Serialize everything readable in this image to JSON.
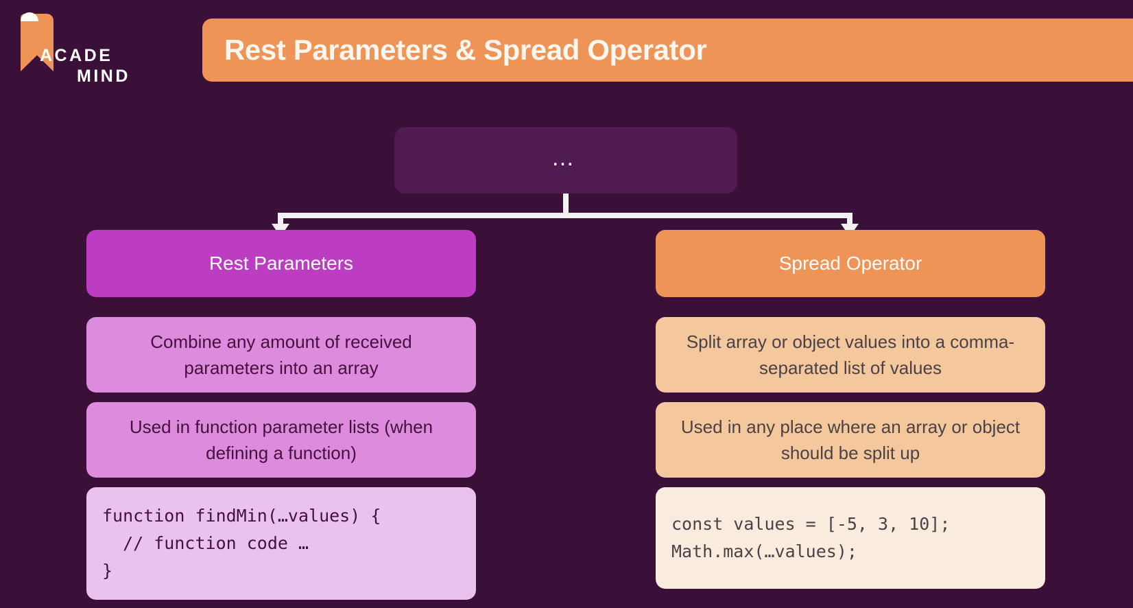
{
  "slide": {
    "background_color": "#3a1039",
    "title": "Rest Parameters & Spread Operator",
    "title_bar_color": "#ee9457"
  },
  "logo": {
    "name": "academind-logo",
    "line1": "ACADE",
    "line2": "MIND",
    "ribbon_color": "#ee9457",
    "text_color": "#ffffff"
  },
  "diagram": {
    "root": {
      "label": "…",
      "aria_label": "ellipsis three dots",
      "background_color": "#501b51",
      "text_color": "#ffffff"
    },
    "connector_color": "#f4f1f2",
    "branches": [
      {
        "id": "rest-parameters",
        "header": "Rest Parameters",
        "header_color": "#bc3cc2",
        "header_text_color": "#ffffff",
        "fact_color": "#dd8bdc",
        "fact_text_color": "#45103f",
        "facts": [
          "Combine any amount of received parameters into an array",
          "Used in function parameter lists (when defining a function)"
        ],
        "code_color": "#e9c3ee",
        "code_text_color": "#45103f",
        "code": "function findMin(…values) {\n  // function code …\n}"
      },
      {
        "id": "spread-operator",
        "header": "Spread Operator",
        "header_color": "#ee9457",
        "header_text_color": "#ffffff",
        "fact_color": "#f4c79d",
        "fact_text_color": "#4a4247",
        "facts": [
          "Split array or object values into a comma-separated list of values",
          "Used in any place where an array or object should be split up"
        ],
        "code_color": "#faebdf",
        "code_text_color": "#4a4247",
        "code": "const values = [-5, 3, 10];\nMath.max(…values);"
      }
    ]
  }
}
